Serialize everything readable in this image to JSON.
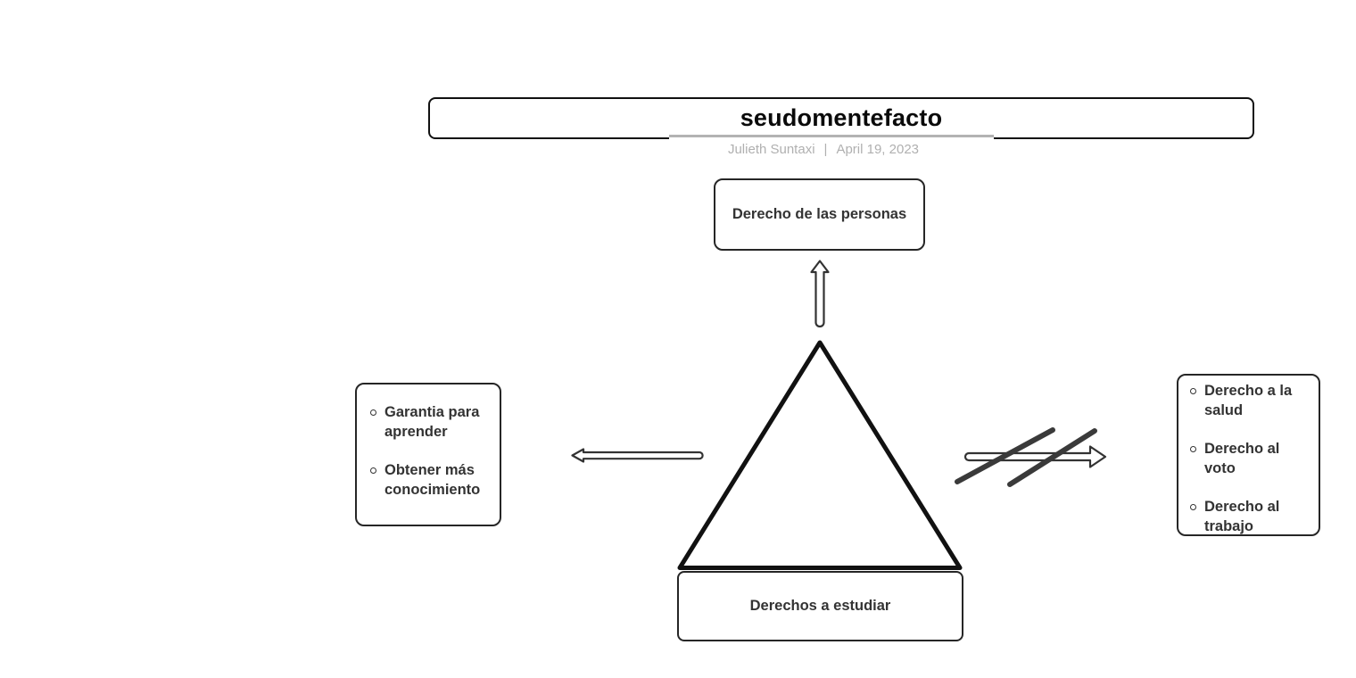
{
  "header": {
    "title": "seudomentefacto",
    "byline": {
      "author": "Julieth Suntaxi",
      "separator": "|",
      "date": "April 19, 2023"
    }
  },
  "diagram": {
    "top_node": {
      "label": "Derecho de las personas"
    },
    "bottom_node": {
      "label": "Derechos a estudiar"
    },
    "left_panel": {
      "items": [
        "Garantia para aprender",
        "Obtener más conocimiento"
      ]
    },
    "right_panel": {
      "items": [
        "Derecho a la salud",
        "Derecho al voto",
        "Derecho al trabajo"
      ]
    },
    "icons": {
      "up_arrow": "hollow-arrow-up",
      "left_arrow": "hollow-arrow-left",
      "right_arrow": "hollow-arrow-right-crossed-out",
      "center_shape": "triangle-outline"
    },
    "colors": {
      "shape_border": "#262626",
      "triangle_stroke": "#111111",
      "text": "#333333",
      "title_text": "#0a0a0a",
      "byline_text": "#b0b0b0",
      "underline": "#b3b3b3",
      "background": "#ffffff"
    }
  }
}
